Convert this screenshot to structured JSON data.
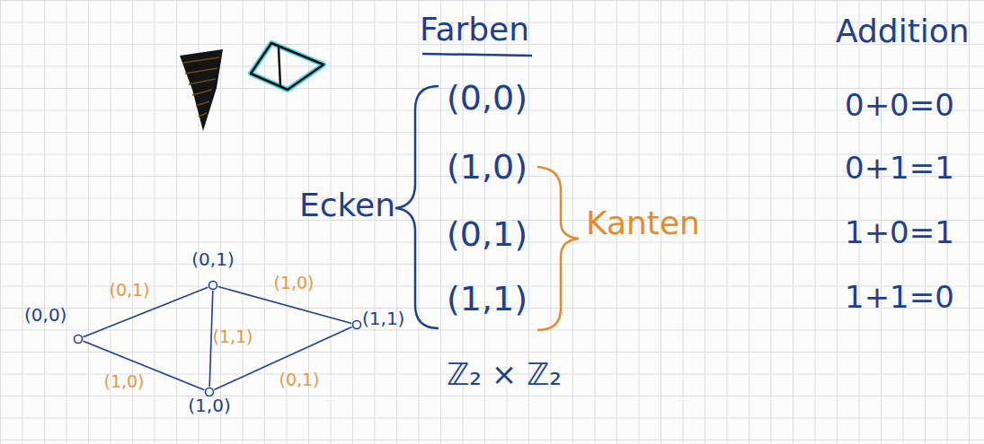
{
  "diagram": {
    "nodes": [
      {
        "text": [
          "(0,0)"
        ]
      },
      {
        "text": [
          "(0,1)"
        ]
      },
      {
        "text": [
          "(1,1)"
        ]
      },
      {
        "text": [
          "(1,0)"
        ]
      }
    ],
    "edges": [
      {
        "from": 0,
        "to": 1,
        "arrow": "none",
        "label": "(0,1)"
      },
      {
        "from": 1,
        "to": 2,
        "arrow": "none",
        "label": "(1,0)"
      },
      {
        "from": 1,
        "to": 3,
        "arrow": "none",
        "label": "(1,1)"
      },
      {
        "from": 0,
        "to": 3,
        "arrow": "none",
        "label": "(1,0)"
      },
      {
        "from": 3,
        "to": 2,
        "arrow": "none",
        "label": "(0,1)"
      }
    ],
    "labels": [
      "Farben",
      "Addition",
      "(0,0)",
      "(1,0)",
      "(0,1)",
      "(1,1)",
      "Ecken",
      "Kanten",
      "ℤ₂ × ℤ₂",
      "0+0=0",
      "0+1=1",
      "1+0=1",
      "1+1=0"
    ]
  }
}
